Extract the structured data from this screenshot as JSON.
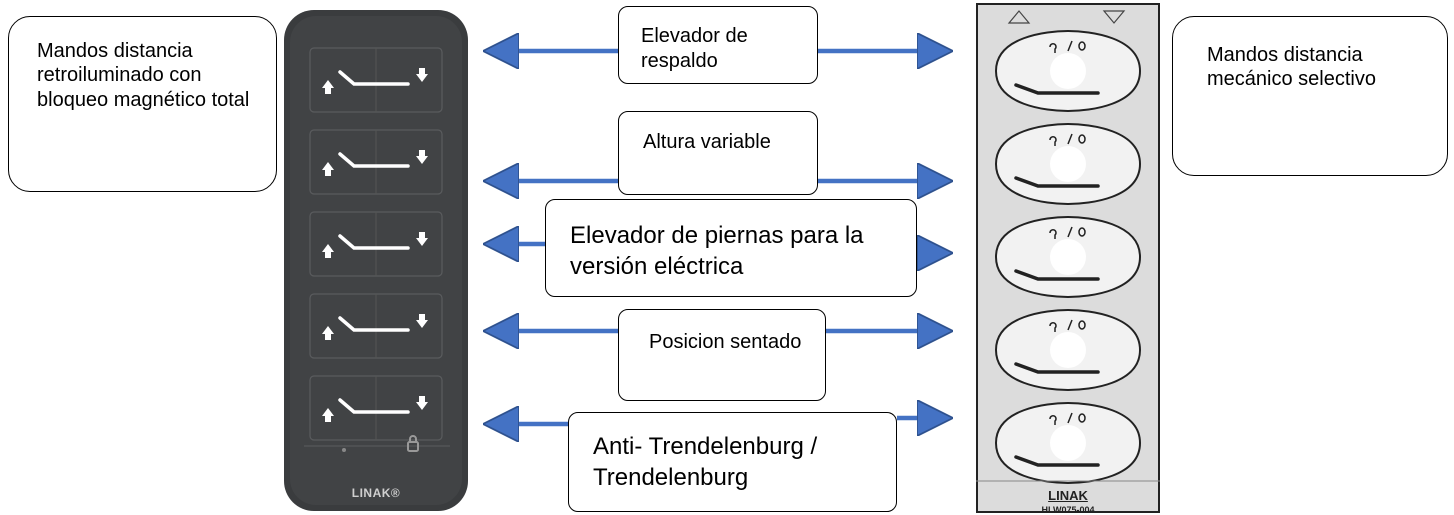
{
  "callouts": {
    "left": "Mandos distancia retroiluminado con bloqueo magnético total",
    "right": "Mandos distancia mecánico selectivo"
  },
  "functions": [
    {
      "label": "Elevador de respaldo"
    },
    {
      "label": "Altura variable"
    },
    {
      "label": "Elevador de piernas para la versión eléctrica"
    },
    {
      "label": "Posicion sentado"
    },
    {
      "label": "Anti- Trendelenburg / Trendelenburg"
    }
  ],
  "remote_dark": {
    "brand": "LINAK®"
  },
  "remote_mech": {
    "brand": "LINAK",
    "model": "HLW075-004"
  },
  "colors": {
    "arrow": "#4472c4",
    "arrow_outline": "#2f528f",
    "remote_dark": "#3a3c3e",
    "remote_mech": "#dcdcdc"
  }
}
